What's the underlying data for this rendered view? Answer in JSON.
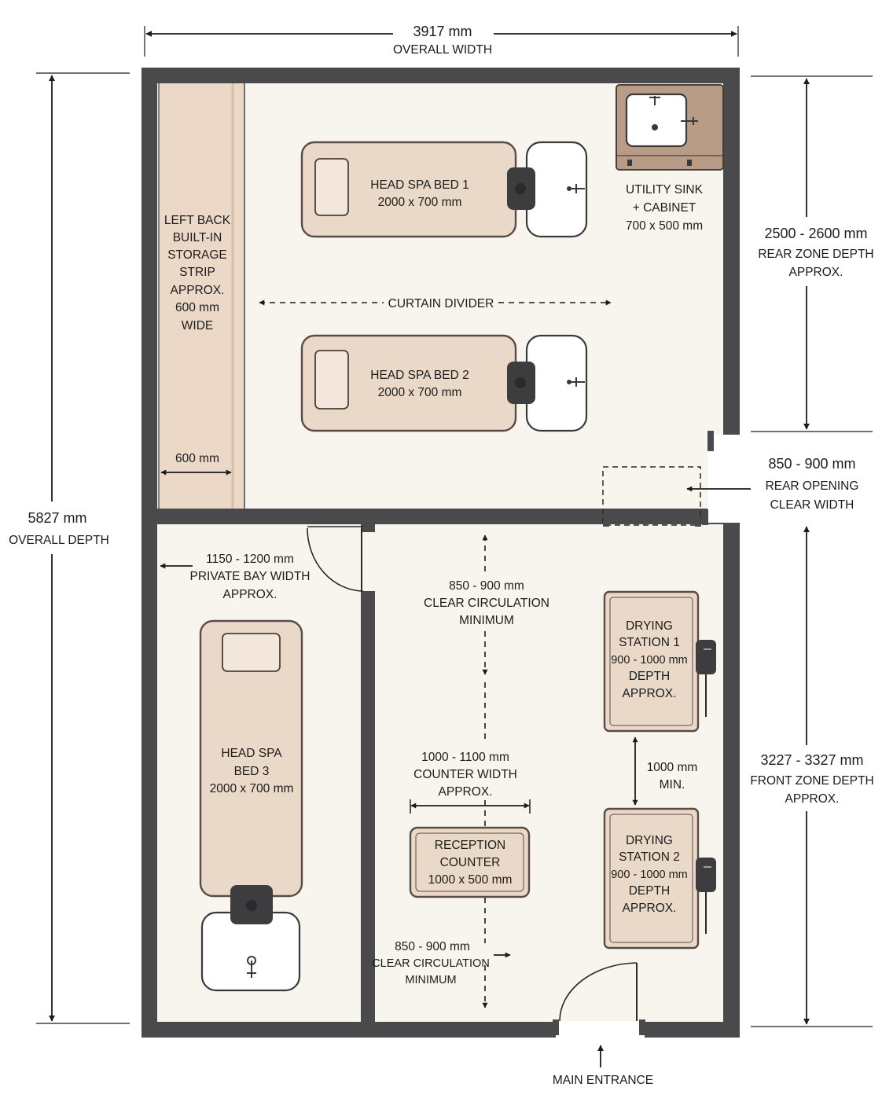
{
  "dimensions": {
    "overall_width_value": "3917 mm",
    "overall_width_label": "OVERALL WIDTH",
    "overall_depth_value": "5827 mm",
    "overall_depth_label": "OVERALL DEPTH",
    "rear_zone_value": "2500 - 2600 mm",
    "rear_zone_line1": "REAR ZONE DEPTH",
    "rear_zone_line2": "APPROX.",
    "rear_opening_value": "850 - 900 mm",
    "rear_opening_line1": "REAR OPENING",
    "rear_opening_line2": "CLEAR WIDTH",
    "front_zone_value": "3227 - 3327 mm",
    "front_zone_line1": "FRONT ZONE DEPTH",
    "front_zone_line2": "APPROX."
  },
  "storage": {
    "lines": [
      "LEFT BACK",
      "BUILT-IN",
      "STORAGE",
      "STRIP",
      "APPROX.",
      "600 mm",
      "WIDE"
    ],
    "width_label": "600 mm"
  },
  "beds": {
    "bed1_name": "HEAD SPA BED 1",
    "bed1_size": "2000 x 700 mm",
    "bed2_name": "HEAD SPA BED 2",
    "bed2_size": "2000 x 700 mm",
    "bed3_line1": "HEAD SPA",
    "bed3_line2": "BED 3",
    "bed3_size": "2000 x 700 mm"
  },
  "utility": {
    "line1": "UTILITY SINK",
    "line2": "+ CABINET",
    "size": "700 x 500 mm"
  },
  "curtain_label": "CURTAIN DIVIDER",
  "private_bay": {
    "value": "1150 - 1200 mm",
    "line1": "PRIVATE BAY WIDTH",
    "line2": "APPROX."
  },
  "circulation_top": {
    "value": "850 - 900 mm",
    "line1": "CLEAR CIRCULATION",
    "line2": "MINIMUM"
  },
  "counter_width": {
    "value": "1000 - 1100 mm",
    "line1": "COUNTER WIDTH",
    "line2": "APPROX."
  },
  "reception": {
    "line1": "RECEPTION",
    "line2": "COUNTER",
    "size": "1000 x 500 mm"
  },
  "circulation_bottom": {
    "value": "850 - 900 mm",
    "line1": "CLEAR CIRCULATION",
    "line2": "MINIMUM"
  },
  "drying1": {
    "line1": "DRYING",
    "line2": "STATION 1",
    "line3": "900 - 1000 mm",
    "line4": "DEPTH",
    "line5": "APPROX."
  },
  "drying2": {
    "line1": "DRYING",
    "line2": "STATION 2",
    "line3": "900 - 1000 mm",
    "line4": "DEPTH",
    "line5": "APPROX."
  },
  "drying_gap": {
    "value": "1000 mm",
    "line1": "MIN."
  },
  "entrance_label": "MAIN ENTRANCE",
  "colors": {
    "wall": "#4a4a4c",
    "floor": "#f8f4ee",
    "storage": "#ecd8c6",
    "furniture": "#ead8c9",
    "cabinet": "#b99c86"
  }
}
